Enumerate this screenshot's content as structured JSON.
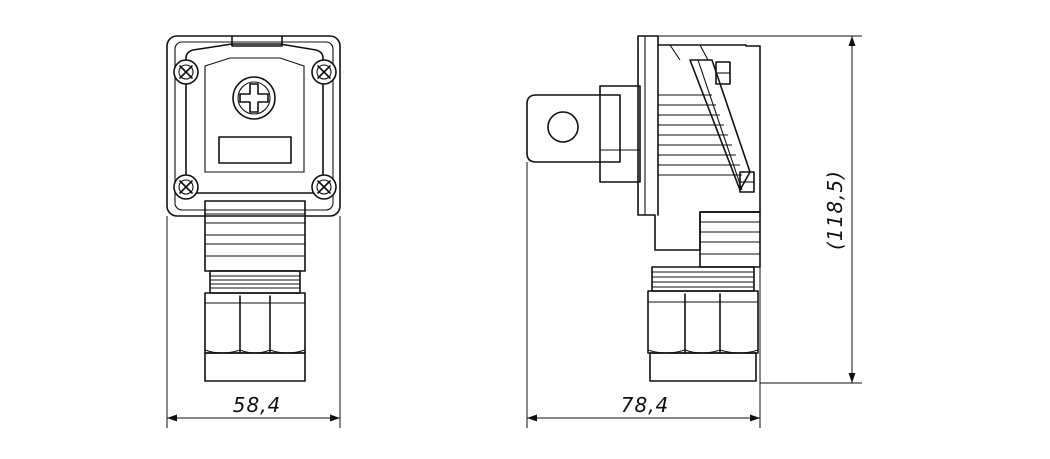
{
  "dimensions": {
    "front_width": "58,4",
    "side_width": "78,4",
    "side_height": "(118,5)"
  }
}
